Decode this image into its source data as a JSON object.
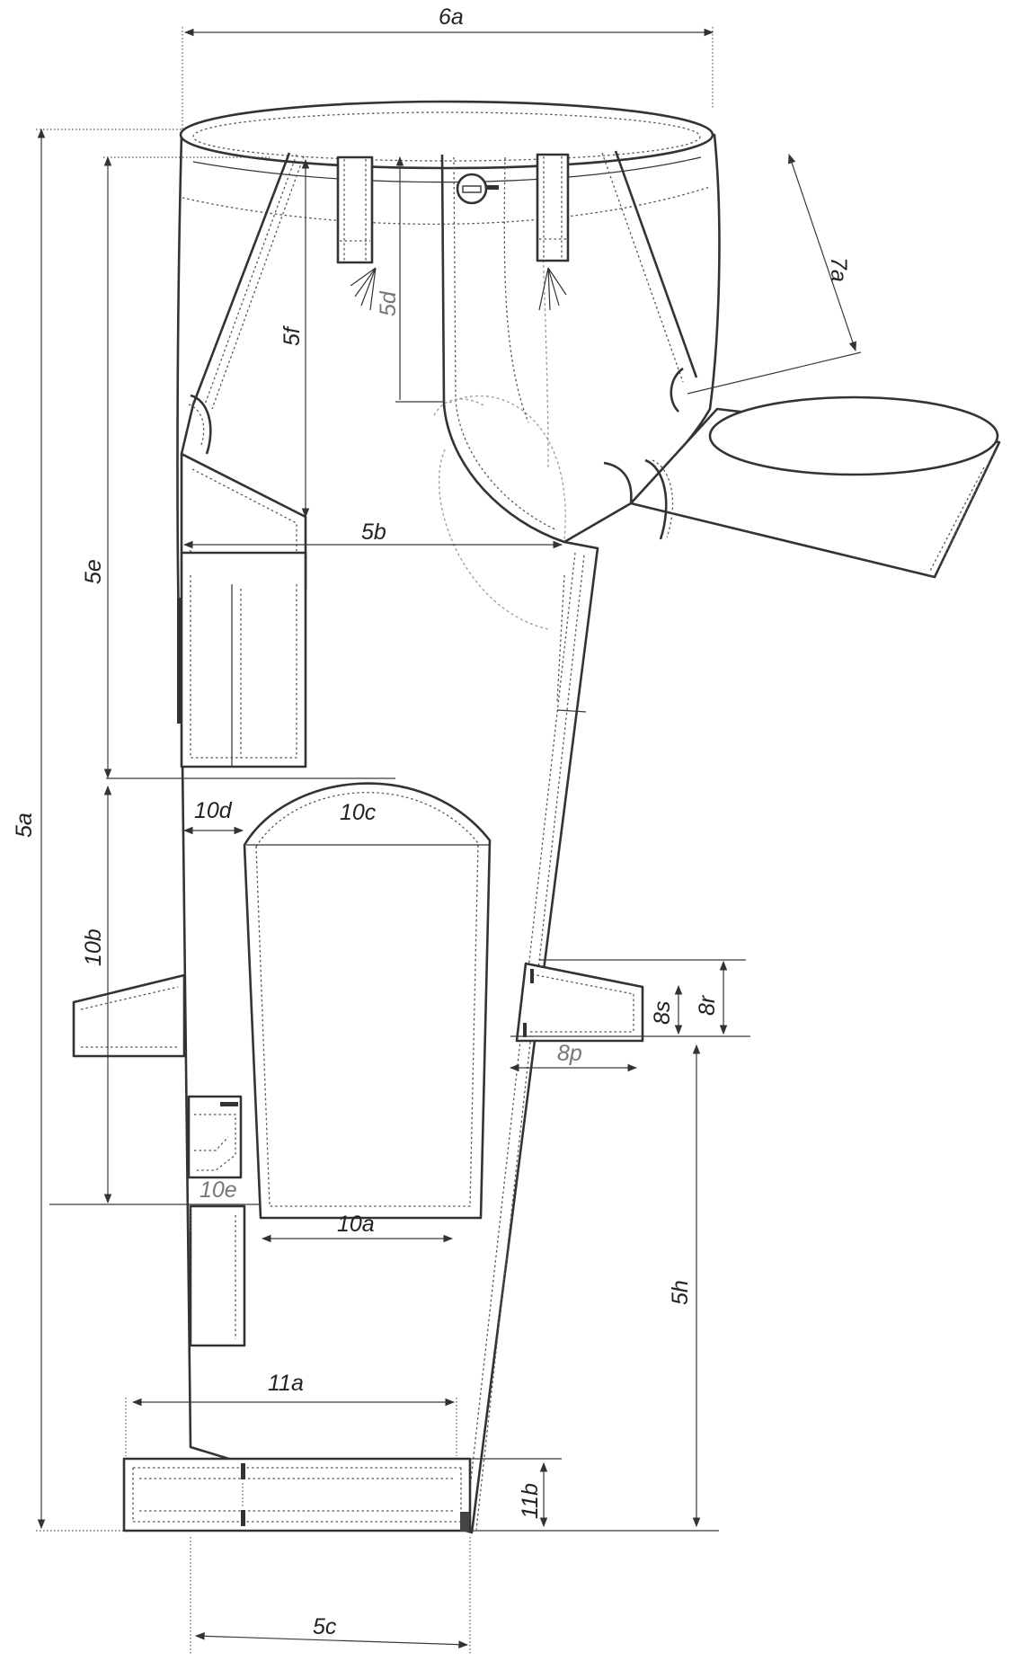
{
  "labels": {
    "l6a": "6a",
    "l7a": "7a",
    "l5a": "5a",
    "l5b": "5b",
    "l5c": "5c",
    "l5d": "5d",
    "l5e": "5e",
    "l5f": "5f",
    "l5h": "5h",
    "l8p": "8p",
    "l8r": "8r",
    "l8s": "8s",
    "l10a": "10a",
    "l10b": "10b",
    "l10c": "10c",
    "l10d": "10d",
    "l10e": "10e",
    "l11a": "11a",
    "l11b": "11b"
  },
  "colors": {
    "outline": "#333333",
    "seam": "#555555",
    "guide": "#9a9a9a",
    "text": "#222222",
    "text_secondary": "#777777"
  }
}
